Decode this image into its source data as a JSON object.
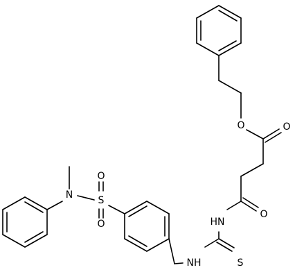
{
  "molecule": {
    "atoms": {
      "ester_O": "O",
      "ester_carbonyl_O": "O",
      "amide_carbonyl_O": "O",
      "amide_NH": "HN",
      "thiourea_S": "S",
      "thiourea_NH": "NH",
      "sulfonyl_S": "S",
      "sulfonyl_O_top": "O",
      "sulfonyl_O_bottom": "O",
      "sulfonamide_N": "N"
    }
  }
}
